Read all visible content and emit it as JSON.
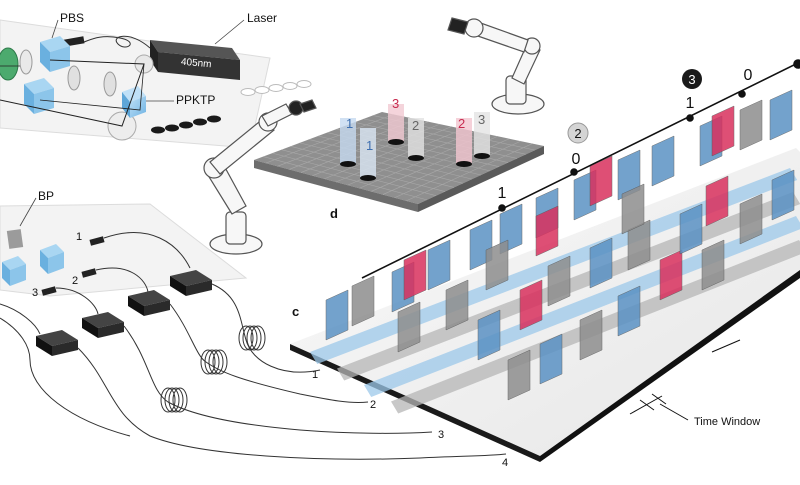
{
  "labels": {
    "pbs": "PBS",
    "laser": "Laser",
    "wavelength": "405nm",
    "ppktp": "PPKTP",
    "bp": "BP",
    "time_window": "Time Window",
    "panel_c": "c",
    "panel_d": "d"
  },
  "fiber_numbers": {
    "f1": "1",
    "f2": "2",
    "f3": "3",
    "f1b": "1",
    "f2b": "2",
    "f3b": "3",
    "f4b": "4"
  },
  "register_numbers": {
    "n1": "1",
    "n0a": "0",
    "n1b": "1",
    "n0b": "0"
  },
  "step_badges": {
    "s2": "2",
    "s3": "3"
  },
  "tube_labels": {
    "t1": "1",
    "t2": "1",
    "t3": "3",
    "t4": "2",
    "t5": "2",
    "t6": "3"
  },
  "colors": {
    "blue_card": "#5b92c4",
    "red_card": "#d9315e",
    "gray_card": "#8e8e8e",
    "board": "#f4f4f4",
    "edge": "#1a1a1a"
  }
}
